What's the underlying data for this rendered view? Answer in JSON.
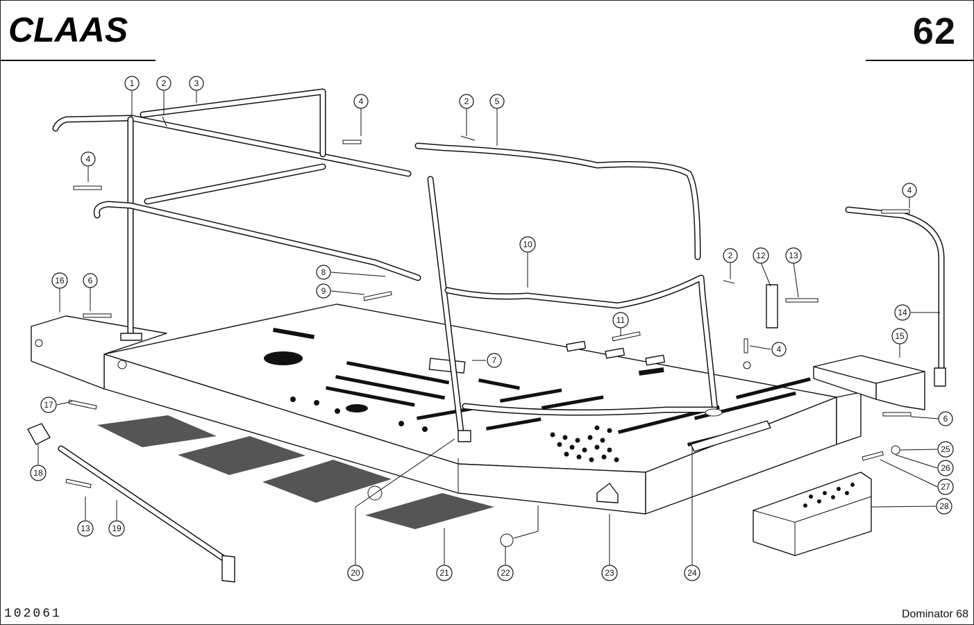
{
  "header": {
    "brand": "CLAAS",
    "page_number": "62"
  },
  "footer": {
    "drawing_number": "102061",
    "model": "Dominator 68"
  },
  "callouts": [
    {
      "id": "c1",
      "label": "1"
    },
    {
      "id": "c2a",
      "label": "2"
    },
    {
      "id": "c3",
      "label": "3"
    },
    {
      "id": "c4a",
      "label": "4"
    },
    {
      "id": "c2b",
      "label": "2"
    },
    {
      "id": "c5",
      "label": "5"
    },
    {
      "id": "c4b",
      "label": "4"
    },
    {
      "id": "c4c",
      "label": "4"
    },
    {
      "id": "c10",
      "label": "10"
    },
    {
      "id": "c2c",
      "label": "2"
    },
    {
      "id": "c12",
      "label": "12"
    },
    {
      "id": "c13a",
      "label": "13"
    },
    {
      "id": "c8",
      "label": "8"
    },
    {
      "id": "c9",
      "label": "9"
    },
    {
      "id": "c16",
      "label": "16"
    },
    {
      "id": "c6a",
      "label": "6"
    },
    {
      "id": "c14",
      "label": "14"
    },
    {
      "id": "c11",
      "label": "11"
    },
    {
      "id": "c4d",
      "label": "4"
    },
    {
      "id": "c15",
      "label": "15"
    },
    {
      "id": "c7",
      "label": "7"
    },
    {
      "id": "c17",
      "label": "17"
    },
    {
      "id": "c6b",
      "label": "6"
    },
    {
      "id": "c25",
      "label": "25"
    },
    {
      "id": "c26",
      "label": "26"
    },
    {
      "id": "c27",
      "label": "27"
    },
    {
      "id": "c18",
      "label": "18"
    },
    {
      "id": "c28",
      "label": "28"
    },
    {
      "id": "c13b",
      "label": "13"
    },
    {
      "id": "c19",
      "label": "19"
    },
    {
      "id": "c20",
      "label": "20"
    },
    {
      "id": "c21",
      "label": "21"
    },
    {
      "id": "c22",
      "label": "22"
    },
    {
      "id": "c23",
      "label": "23"
    },
    {
      "id": "c24",
      "label": "24"
    }
  ]
}
